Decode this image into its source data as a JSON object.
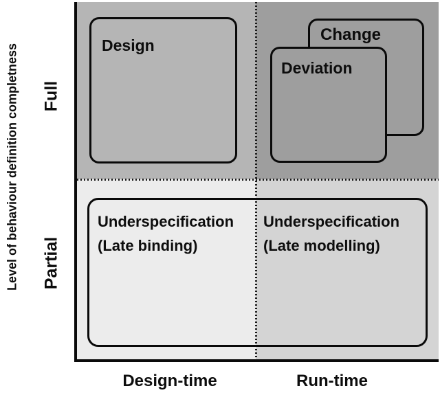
{
  "figure": {
    "y_axis": {
      "title": "Level of behaviour definition completness",
      "tick_full": "Full",
      "tick_partial": "Partial"
    },
    "x_axis": {
      "tick_design_time": "Design-time",
      "tick_run_time": "Run-time"
    },
    "boxes": {
      "design": "Design",
      "change": "Change",
      "deviation": "Deviation",
      "underspecification_left": {
        "line1": "Underspecification",
        "line2": "(Late binding)"
      },
      "underspecification_right": {
        "line1": "Underspecification",
        "line2": "(Late modelling)"
      }
    },
    "colors": {
      "quadrant_top_left": "#b5b5b5",
      "quadrant_top_right": "#9e9e9e",
      "quadrant_bottom_left": "#ececec",
      "quadrant_bottom_right": "#d4d4d4",
      "box_border": "#0a0a0a",
      "axis_line": "#0a0a0a",
      "dotted_divider": "#1a1a1a",
      "text": "#0d0d0d",
      "background": "#ffffff"
    }
  }
}
